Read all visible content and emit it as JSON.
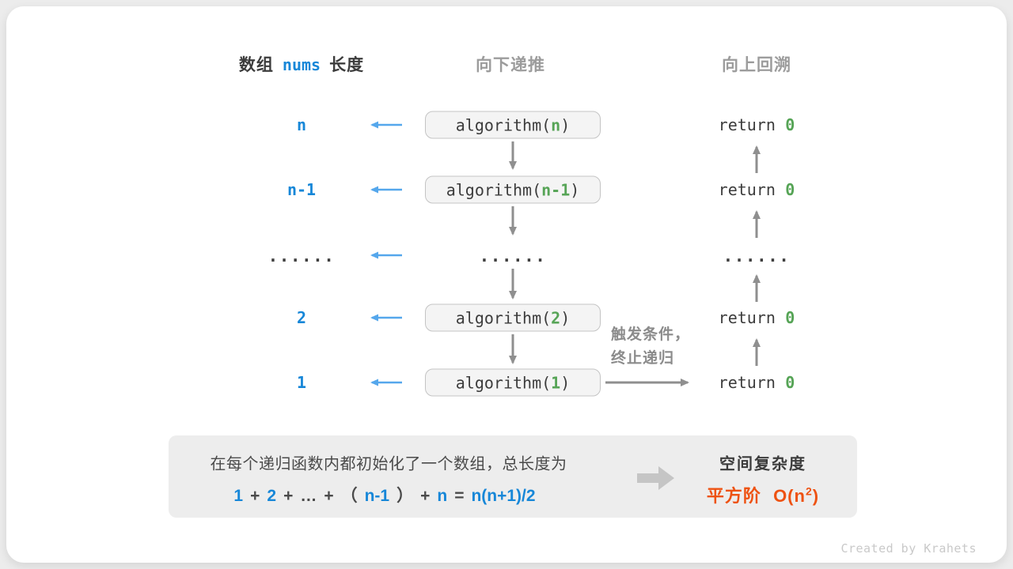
{
  "colors": {
    "blue": "#1787D8",
    "light_blue": "#55A7EC",
    "green": "#56A456",
    "orange": "#EE5212",
    "dark": "#3C3C3C",
    "gray_header": "#9C9C9C",
    "annotation_gray": "#8B8B8B",
    "arrow_gray": "#8F8F8F"
  },
  "header": {
    "left_prefix": "数组",
    "left_code": "nums",
    "left_suffix": "长度",
    "middle": "向下递推",
    "right": "向上回溯"
  },
  "rows": [
    {
      "label": "n",
      "call_prefix": "algorithm(",
      "arg": "n",
      "call_suffix": ")",
      "return_kw": "return",
      "return_val": "0"
    },
    {
      "label": "n-1",
      "call_prefix": "algorithm(",
      "arg": "n-1",
      "call_suffix": ")",
      "return_kw": "return",
      "return_val": "0"
    },
    {
      "label": "2",
      "call_prefix": "algorithm(",
      "arg": "2",
      "call_suffix": ")",
      "return_kw": "return",
      "return_val": "0"
    },
    {
      "label": "1",
      "call_prefix": "algorithm(",
      "arg": "1",
      "call_suffix": ")",
      "return_kw": "return",
      "return_val": "0"
    }
  ],
  "dots": "......",
  "annotation": {
    "line1": "触发条件，",
    "line2": "终止递归"
  },
  "summary": {
    "text": "在每个递归函数内都初始化了一个数组，总长度为",
    "formula_tokens": [
      {
        "text": "1",
        "color": "blue"
      },
      {
        "text": "+",
        "color": "gray"
      },
      {
        "text": "2",
        "color": "blue"
      },
      {
        "text": "+",
        "color": "gray"
      },
      {
        "text": "…",
        "color": "gray"
      },
      {
        "text": "+",
        "color": "gray"
      },
      {
        "text": "（",
        "color": "gray"
      },
      {
        "text": "n-1",
        "color": "blue"
      },
      {
        "text": "）",
        "color": "gray"
      },
      {
        "text": "+",
        "color": "gray"
      },
      {
        "text": "n",
        "color": "blue"
      },
      {
        "text": "=",
        "color": "gray"
      },
      {
        "text": "n(n+1)/2",
        "color": "blue"
      }
    ],
    "result_title": "空间复杂度",
    "result_label": "平方阶",
    "result_o_prefix": "O(n",
    "result_exponent": "2",
    "result_o_suffix": ")"
  },
  "watermark": "Created by Krahets"
}
